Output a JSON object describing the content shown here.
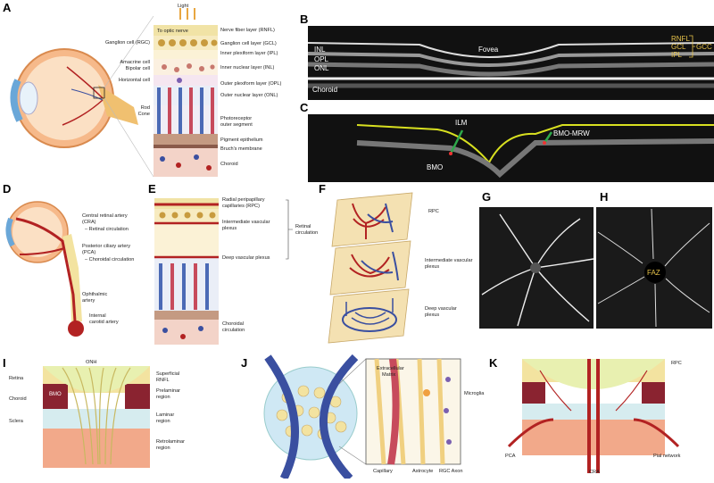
{
  "panels": {
    "A": {
      "letter": "A",
      "light": "Light",
      "to_optic_nerve": "To optic nerve",
      "left_labels": [
        "Ganglion cell (RGC)",
        "Amacrine cell",
        "Bipolar cell",
        "Horizontal cell",
        "Rod",
        "Cone"
      ],
      "layers": [
        "Nerve fiber layer (RNFL)",
        "Ganglion cell layer (GCL)",
        "Inner plexiform layer (IPL)",
        "Inner nuclear layer (INL)",
        "Outer plexiform layer (OPL)",
        "Outer nuclear layer (ONL)",
        "Photoreceptor",
        "outer segment",
        "Pigment epithelium",
        "Bruch's membrane",
        "Choroid"
      ]
    },
    "B": {
      "letter": "B",
      "fovea": "Fovea",
      "left": [
        "INL",
        "OPL",
        "ONL",
        "Choroid"
      ],
      "right": [
        "RNFL",
        "GCL",
        "IPL"
      ],
      "gcc": "GCC"
    },
    "C": {
      "letter": "C",
      "ilm": "ILM",
      "bmo_mrw": "BMO-MRW",
      "bmo": "BMO"
    },
    "D": {
      "letter": "D",
      "cra": "Central retinal artery",
      "cra_abbr": "(CRA)",
      "retinal_circ": "– Retinal circulation",
      "pca": "Posterior ciliary artery",
      "pca_abbr": "(PCA)",
      "choroidal_circ": "– Choroidal circulation",
      "ophthalmic": "Ophthalmic",
      "ophthalmic2": "artery",
      "internal": "Internal",
      "carotid": "carotid artery"
    },
    "E": {
      "letter": "E",
      "rpc": "Radial peripapillary",
      "rpc2": "capillaries (RPC)",
      "intermediate": "Intermediate vascular",
      "intermediate2": "plexus",
      "deep": "Deep vascular plexus",
      "retinal_circ": "Retinal",
      "retinal_circ2": "circulation",
      "choroidal": "Choroidal",
      "choroidal2": "circulation"
    },
    "F": {
      "letter": "F",
      "rpc": "RPC",
      "intermediate": "Intermediate vascular",
      "intermediate2": "plexus",
      "deep": "Deep vascular",
      "deep2": "plexus"
    },
    "G": {
      "letter": "G"
    },
    "H": {
      "letter": "H",
      "faz": "FAZ"
    },
    "I": {
      "letter": "I",
      "onh": "ONH",
      "retina": "Retina",
      "choroid": "Choroid",
      "sclera": "Sclera",
      "bmo": "BMO",
      "superficial": "Superficial",
      "superficial2": "RNFL",
      "prelaminar": "Prelaminar",
      "prelaminar2": "region",
      "laminar": "Laminar",
      "laminar2": "region",
      "retrolaminar": "Retrolaminar",
      "retrolaminar2": "region"
    },
    "J": {
      "letter": "J",
      "ecm": "Extracellular",
      "ecm2": "Matrix",
      "microglia": "Microglia",
      "capillary": "Capillary",
      "astrocyte": "Astrocyte",
      "rgc_axon": "RGC Axon"
    },
    "K": {
      "letter": "K",
      "rpc": "RPC",
      "pca": "PCA",
      "cra": "CRA",
      "pial": "Pial network"
    }
  },
  "colors": {
    "artery": "#b22222",
    "vein": "#3a4fa0",
    "retina_yellow": "#f3e3a0",
    "oct_bg": "#111111",
    "faz_text": "#e6c24a"
  }
}
